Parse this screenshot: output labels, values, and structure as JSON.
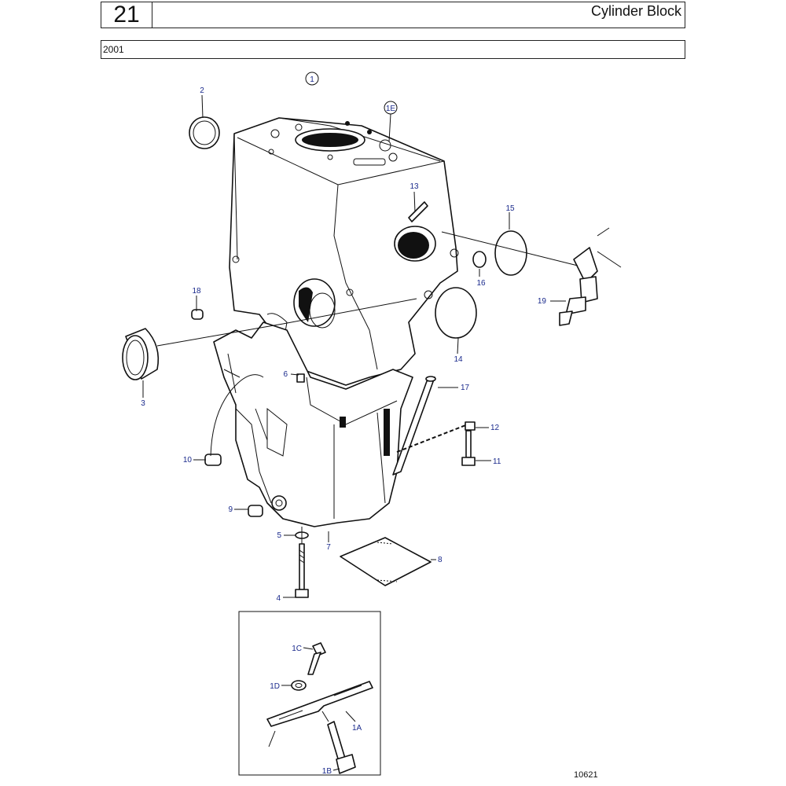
{
  "header": {
    "section_number": "21",
    "title": "Cylinder Block"
  },
  "subheader": {
    "text": "2001"
  },
  "callouts": {
    "c1": "1",
    "c1E": "1E",
    "c2": "2",
    "c3": "3",
    "c4": "4",
    "c5": "5",
    "c6": "6",
    "c7": "7",
    "c8": "8",
    "c9": "9",
    "c10": "10",
    "c11": "11",
    "c12": "12",
    "c13": "13",
    "c14": "14",
    "c15": "15",
    "c16": "16",
    "c17": "17",
    "c18": "18",
    "c19": "19",
    "c1A": "1A",
    "c1B": "1B",
    "c1C": "1C",
    "c1D": "1D"
  },
  "figure_ref": "10621",
  "colors": {
    "callout": "#1a2a8c",
    "line": "#111111"
  }
}
